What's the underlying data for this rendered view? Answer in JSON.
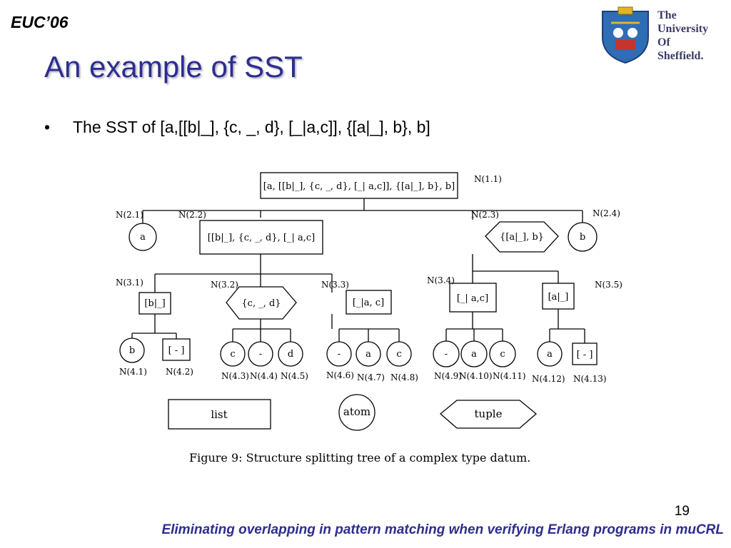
{
  "header": {
    "conference": "EUC’06"
  },
  "slide": {
    "title": "An example of SST",
    "bullet_symbol": "•",
    "bullet_text": "The SST of [a,[[b|_], {c, _, d}, [_|a,c]], {[a|_], b}, b]"
  },
  "logo": {
    "lines": [
      "The",
      "University",
      "Of",
      "Sheffield."
    ]
  },
  "diagram": {
    "nodes": {
      "n11": {
        "label": "[a, [[b|_], {c, _, d}, [_| a,c]], {[a|_], b}, b]",
        "name": "N(1.1)"
      },
      "n21": {
        "label": "a",
        "name": "N(2.1)"
      },
      "n22": {
        "label": "[[b|_], {c, _, d}, [_| a,c]",
        "name": "N(2.2)"
      },
      "n23": {
        "label": "{[a|_], b}",
        "name": "N(2.3)"
      },
      "n24": {
        "label": "b",
        "name": "N(2.4)"
      },
      "n31": {
        "label": "[b|_]",
        "name": "N(3.1)"
      },
      "n32": {
        "label": "{c, _, d}",
        "name": "N(3.2)"
      },
      "n33": {
        "label": "[_|a, c]",
        "name": "N(3.3)"
      },
      "n34": {
        "label": "[_| a,c]",
        "name": "N(3.4)"
      },
      "n35": {
        "label": "[a|_]",
        "name": "N(3.5)"
      },
      "n41": {
        "label": "b",
        "name": "N(4.1)"
      },
      "n42": {
        "label": "[ - ]",
        "name": "N(4.2)"
      },
      "n43": {
        "label": "c",
        "name": "N(4.3)"
      },
      "n44": {
        "label": "-",
        "name": "N(4.4)"
      },
      "n45": {
        "label": "d",
        "name": "N(4.5)"
      },
      "n46": {
        "label": "-",
        "name": "N(4.6)"
      },
      "n47": {
        "label": "a",
        "name": "N(4.7)"
      },
      "n48": {
        "label": "c",
        "name": "N(4.8)"
      },
      "n49": {
        "label": "-",
        "name": "N(4.9)"
      },
      "n410": {
        "label": "a",
        "name": "N(4.10)"
      },
      "n411": {
        "label": "c",
        "name": "N(4.11)"
      },
      "n412": {
        "label": "a",
        "name": "N(4.12)"
      },
      "n413": {
        "label": "[ - ]",
        "name": "N(4.13)"
      }
    },
    "legend": {
      "list": "list",
      "atom": "atom",
      "tuple": "tuple"
    },
    "caption": "Figure 9:  Structure splitting tree of a complex type datum."
  },
  "footer": {
    "page_number": "19",
    "text": "Eliminating overlapping in pattern matching when verifying Erlang programs in muCRL"
  }
}
